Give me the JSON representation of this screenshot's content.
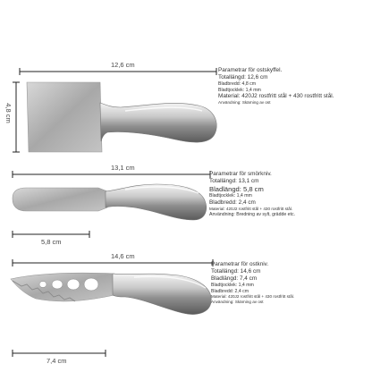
{
  "products": [
    {
      "length_label": "12,6 cm",
      "width_label": "4,8 cm",
      "specs": {
        "heading": "Parametrar för ostskyffel.",
        "total": "Totallängd: 12,6 cm",
        "blade_width": "Bladbredd: 4,8 cm",
        "blade_thickness": "Bladtjocklek: 1,4 mm",
        "material": "Material: 420J2 rostfritt stål + 430 rostfritt stål.",
        "use": "Användning: Skärning av ost"
      }
    },
    {
      "length_label": "13,1 cm",
      "width_label": "5,8 cm",
      "specs": {
        "heading": "Parametrar för smörkniv.",
        "total": "Totallängd: 13,1 cm",
        "blade_length": "Bladlängd: 5,8 cm",
        "blade_thickness": "Bladtjocklek: 1,4 mm",
        "blade_width": "Bladbredd: 2,4 cm",
        "material": "Material: 420J2 rostfritt stål + 430 rostfritt stål.",
        "use": "Användning: Bredning av sylt, grädde etc."
      }
    },
    {
      "length_label": "14,6 cm",
      "width_label": "7,4 cm",
      "specs": {
        "heading": "Parametrar för ostkniv.",
        "total": "Totallängd: 14,6 cm",
        "blade_width": "Bladlängd: 7,4 cm",
        "blade_thickness": "Bladtjocklek: 1,4 mm",
        "blade_length": "Bladbredd: 2,4 cm",
        "material": "Material: 420J2 rostfritt stål + 430 rostfritt stål.",
        "use": "Användning: Skärning av ost"
      }
    }
  ]
}
